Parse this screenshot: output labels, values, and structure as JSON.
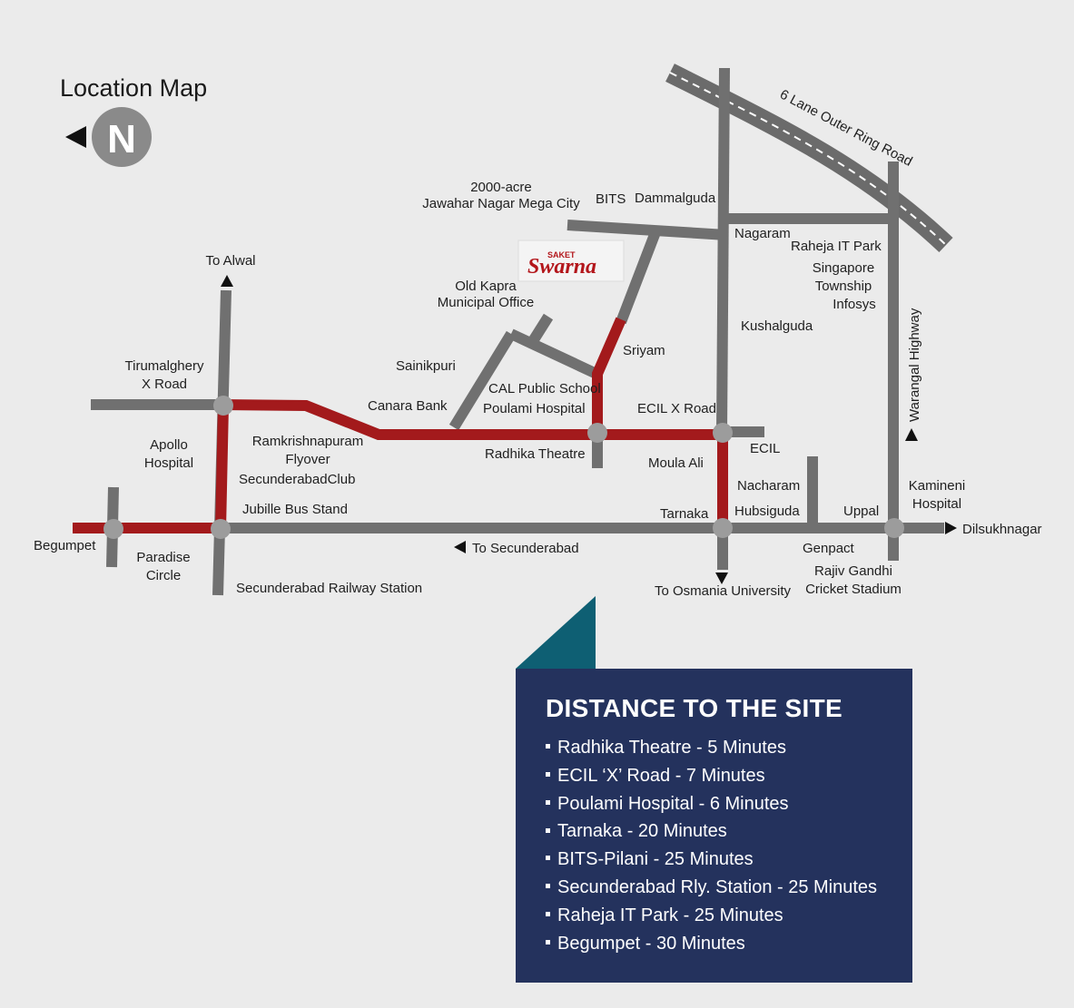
{
  "title": "Location Map",
  "compass": {
    "letter": "N",
    "icon": "north-compass-icon"
  },
  "logo": {
    "brand": "SAKET",
    "name": "Swarna"
  },
  "labels": {
    "bits": "BITS",
    "dammalguda": "Dammalguda",
    "jawahar_1": "2000-acre",
    "jawahar_2": "Jawahar Nagar Mega City",
    "orr": "6 Lane Outer Ring Road",
    "nagaram": "Nagaram",
    "raheja": "Raheja IT Park",
    "singapore_1": "Singapore",
    "singapore_2": "Township",
    "infosys": "Infosys",
    "old_kapra_1": "Old Kapra",
    "old_kapra_2": "Municipal Office",
    "to_alwal": "To Alwal",
    "sriyam": "Sriyam",
    "kushalguda": "Kushalguda",
    "warangal": "Warangal Highway",
    "sainikpuri": "Sainikpuri",
    "tirumalghery_1": "Tirumalghery",
    "tirumalghery_2": "X Road",
    "cal_school": "CAL Public School",
    "canara": "Canara Bank",
    "poulami": "Poulami Hospital",
    "ecil_x": "ECIL X Road",
    "ramkrishna_1": "Ramkrishnapuram",
    "ramkrishna_2": "Flyover",
    "apollo_1": "Apollo",
    "apollo_2": "Hospital",
    "radhika": "Radhika Theatre",
    "ecil": "ECIL",
    "moula_ali": "Moula Ali",
    "secunderabad_club": "SecunderabadClub",
    "nacharam": "Nacharam",
    "kamineni_1": "Kamineni",
    "kamineni_2": "Hospital",
    "jubille": "Jubille Bus Stand",
    "tarnaka": "Tarnaka",
    "hubsiguda": "Hubsiguda",
    "uppal": "Uppal",
    "dilsukhnagar": "Dilsukhnagar",
    "begumpet": "Begumpet",
    "to_secunderabad": "To Secunderabad",
    "genpact": "Genpact",
    "paradise_1": "Paradise",
    "paradise_2": "Circle",
    "rajiv_1": "Rajiv Gandhi",
    "rajiv_2": "Cricket Stadium",
    "secbad_rly": "Secunderabad Railway Station",
    "to_osmania": "To Osmania University"
  },
  "distance": {
    "title": "DISTANCE TO THE SITE",
    "items": [
      "Radhika Theatre - 5 Minutes",
      "ECIL ‘X’ Road - 7 Minutes",
      "Poulami Hospital - 6 Minutes",
      "Tarnaka - 20 Minutes",
      "BITS-Pilani - 25 Minutes",
      "Secunderabad Rly. Station - 25 Minutes",
      "Raheja IT Park - 25 Minutes",
      "Begumpet - 30 Minutes"
    ]
  },
  "colors": {
    "background": "#ebebeb",
    "road": "#707070",
    "route": "#a31a1c",
    "junction": "#9c9c9c",
    "panel": "#24325d",
    "panel_tab": "#0e5f73",
    "logo_red": "#b3161b"
  }
}
